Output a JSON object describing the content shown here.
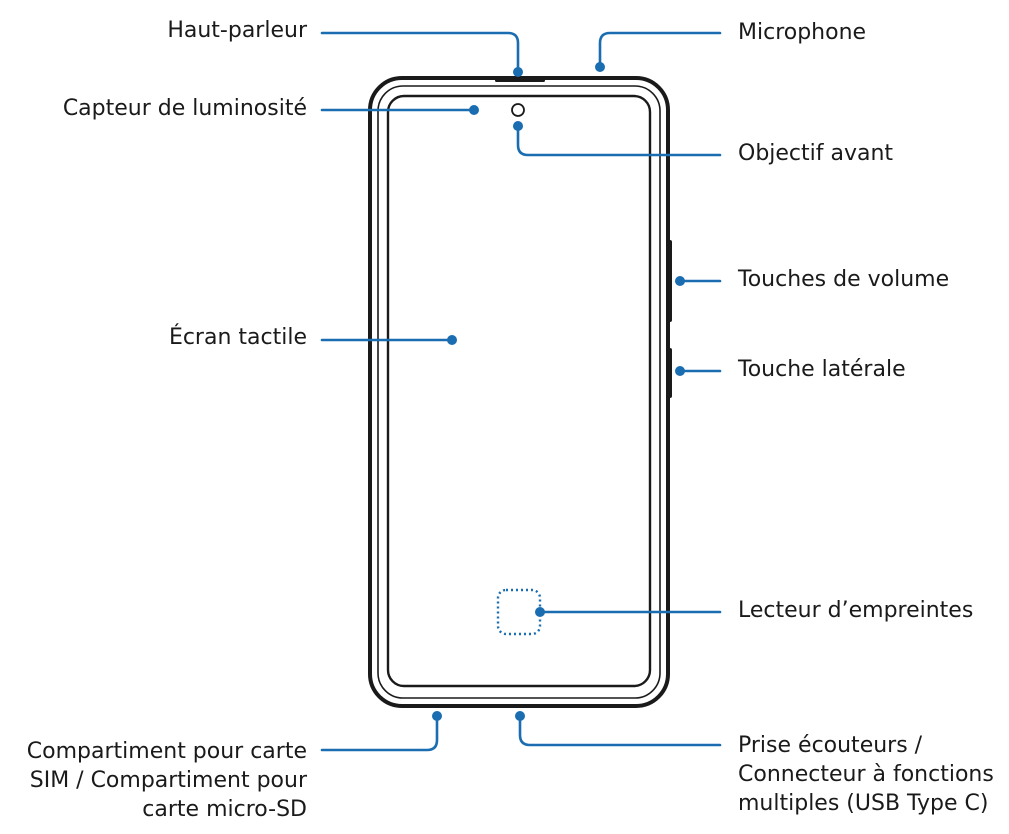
{
  "colors": {
    "callout": "#1a6db0",
    "outline": "#1a1a1a",
    "text": "#1a1a1a"
  },
  "labels": {
    "speaker": "Haut-parleur",
    "microphone": "Microphone",
    "light_sensor": "Capteur de luminosité",
    "front_camera": "Objectif avant",
    "volume_keys": "Touches de volume",
    "side_key": "Touche latérale",
    "touchscreen": "Écran tactile",
    "fingerprint": "Lecteur d’empreintes",
    "sim_tray": "Compartiment pour carte\nSIM / Compartiment pour\ncarte micro-SD",
    "usb_port": "Prise écouteurs /\nConnecteur à fonctions\nmultiples (USB Type C)"
  },
  "icons": {
    "phone": "phone-front-outline-icon",
    "camera": "front-camera-icon",
    "fingerprint": "fingerprint-sensor-icon"
  }
}
